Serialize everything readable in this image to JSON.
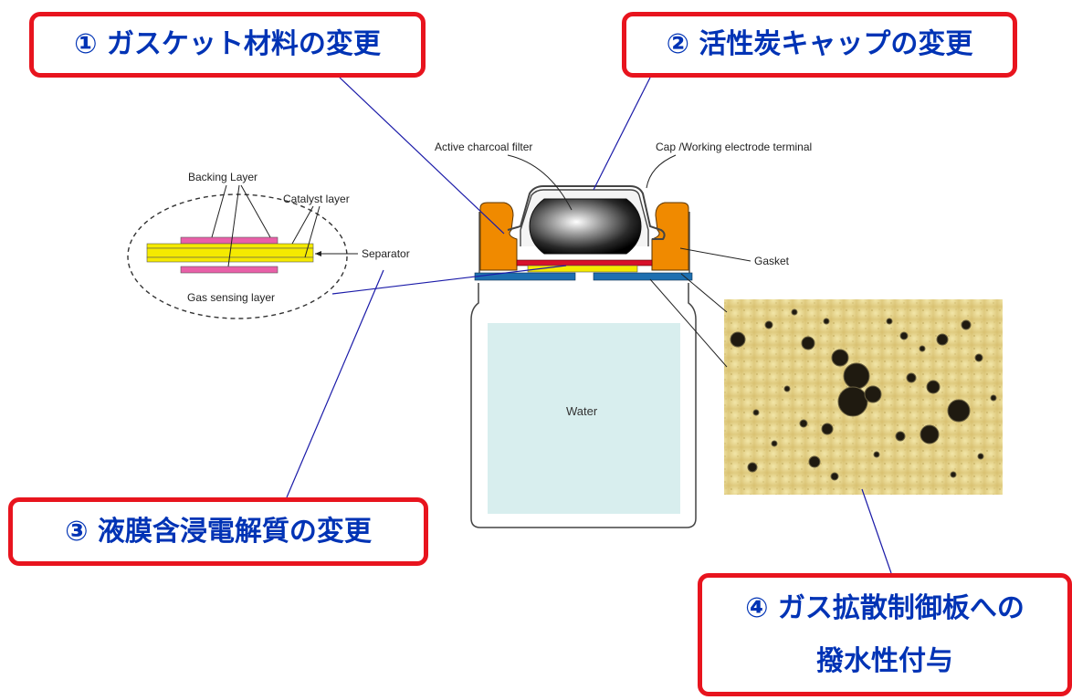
{
  "callouts": {
    "c1": "① ガスケット材料の変更",
    "c2": "② 活性炭キャップの変更",
    "c3": "③ 液膜含浸電解質の変更",
    "c4_line1": "④ ガス拡散制御板への",
    "c4_line2": "撥水性付与"
  },
  "labels": {
    "active_charcoal": "Active charcoal filter",
    "cap_terminal": "Cap /Working electrode terminal",
    "backing_layer": "Backing Layer",
    "catalyst_layer": "Catalyst layer",
    "separator": "Separator",
    "gas_sensing_layer": "Gas sensing layer",
    "gasket": "Gasket",
    "water": "Water"
  },
  "colors": {
    "callout_border": "#e8141e",
    "callout_text": "#0033b5",
    "leader_line": "#1a1aa8",
    "gasket": "#f08a00",
    "catalyst": "#f5ea00",
    "backing": "#e860a8",
    "electrode_red": "#d8102a",
    "diffusion_plate": "#1e6fb0",
    "water": "#d8eeee"
  }
}
